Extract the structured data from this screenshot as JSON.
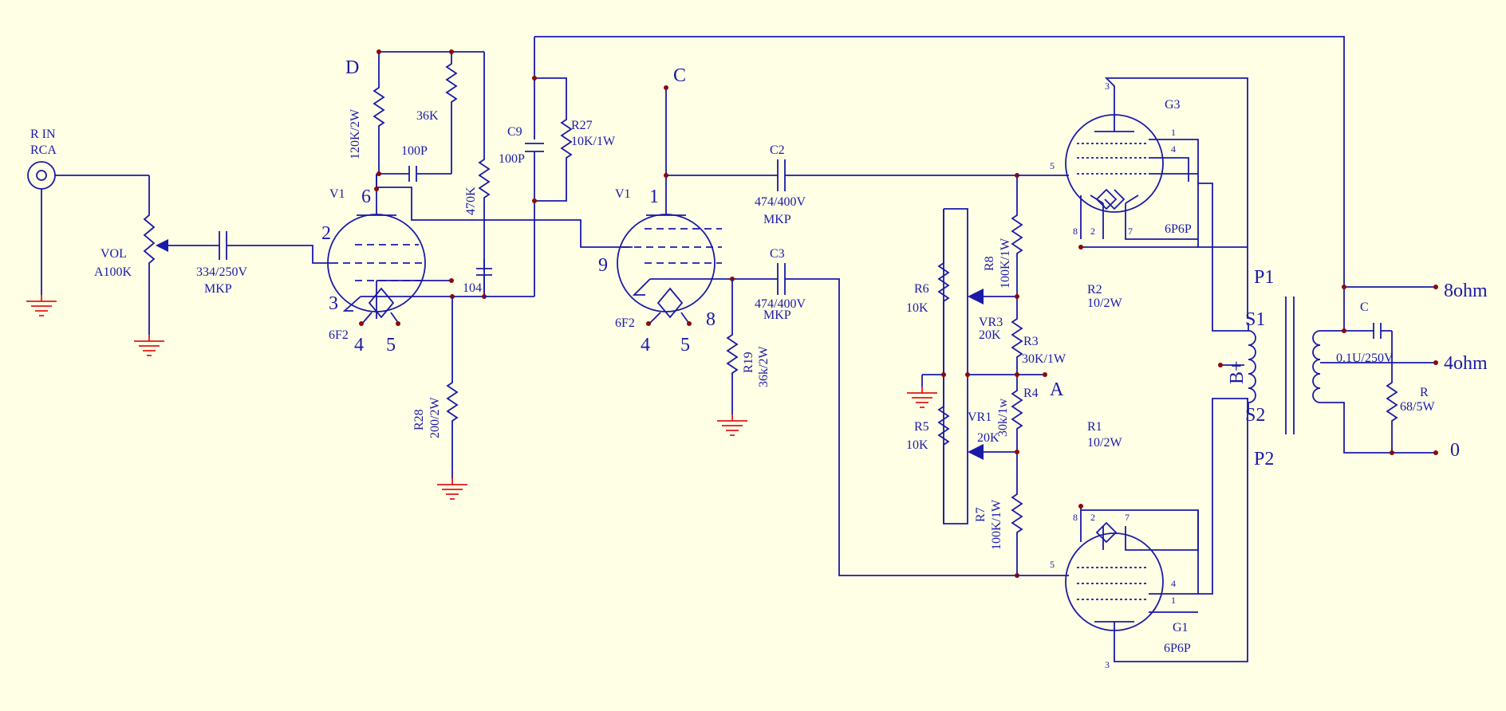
{
  "labels": {
    "rin": "R IN",
    "rca": "RCA",
    "vol": "VOL",
    "vol_val": "A100K",
    "cin": "334/250V",
    "cin_type": "MKP",
    "d": "D",
    "r_120k": "120K/2W",
    "r_36k": "36K",
    "c_100p_a": "100P",
    "r_470k": "470K",
    "c_104": "104",
    "v1a": "V1",
    "v1a_tube": "6F2",
    "pin6": "6",
    "pin2": "2",
    "pin3": "3",
    "pin4a": "4",
    "pin5a": "5",
    "r28": "R28",
    "r28_val": "200/2W",
    "c9": "C9",
    "c9_val": "100P",
    "r27": "R27",
    "r27_val": "10K/1W",
    "v1b": "V1",
    "v1b_tube": "6F2",
    "pin1": "1",
    "pin9": "9",
    "pin8": "8",
    "pin4b": "4",
    "pin5b": "5",
    "c": "C",
    "c2": "C2",
    "c2_val": "474/400V",
    "c2_type": "MKP",
    "c3": "C3",
    "c3_val": "474/400V",
    "c3_type": "MKP",
    "r19": "R19",
    "r19_val": "36k/2W",
    "r6": "R6",
    "r6_val": "10K",
    "r5": "R5",
    "r5_val": "10K",
    "r8": "R8",
    "r8_val": "100K/1W",
    "vr3": "VR3",
    "vr3_val": "20K",
    "r3": "R3",
    "r3_val": "30K/1W",
    "a": "A",
    "r4": "R4",
    "r4_val": "30k/1w",
    "vr1": "VR1",
    "vr1_val": "20K",
    "r7": "R7",
    "r7_val": "100K/1W",
    "r2": "R2",
    "r2_val": "10/2W",
    "r1": "R1",
    "r1_val": "10/2W",
    "g3": "G3",
    "g3_tube": "6P6P",
    "g1": "G1",
    "g1_tube": "6P6P",
    "g3_p3": "3",
    "g3_p1": "1",
    "g3_p4": "4",
    "g3_p5": "5",
    "g3_p8": "8",
    "g3_p2": "2",
    "g3_p7": "7",
    "g1_p3": "3",
    "g1_p1": "1",
    "g1_p4": "4",
    "g1_p5": "5",
    "g1_p8": "8",
    "g1_p2": "2",
    "g1_p7": "7",
    "p1": "P1",
    "p2": "P2",
    "s1": "S1",
    "s2": "S2",
    "bplus": "B+",
    "c_out": "C",
    "c_out_val": "0.1U/250V",
    "r_out": "R",
    "r_out_val": "68/5W",
    "o8": "8ohm",
    "o4": "4ohm",
    "o0": "0"
  },
  "colors": {
    "background": "#FFFFE6",
    "wire": "#1a1aa8",
    "ground": "#e01818",
    "junction": "#8a0a0a"
  }
}
